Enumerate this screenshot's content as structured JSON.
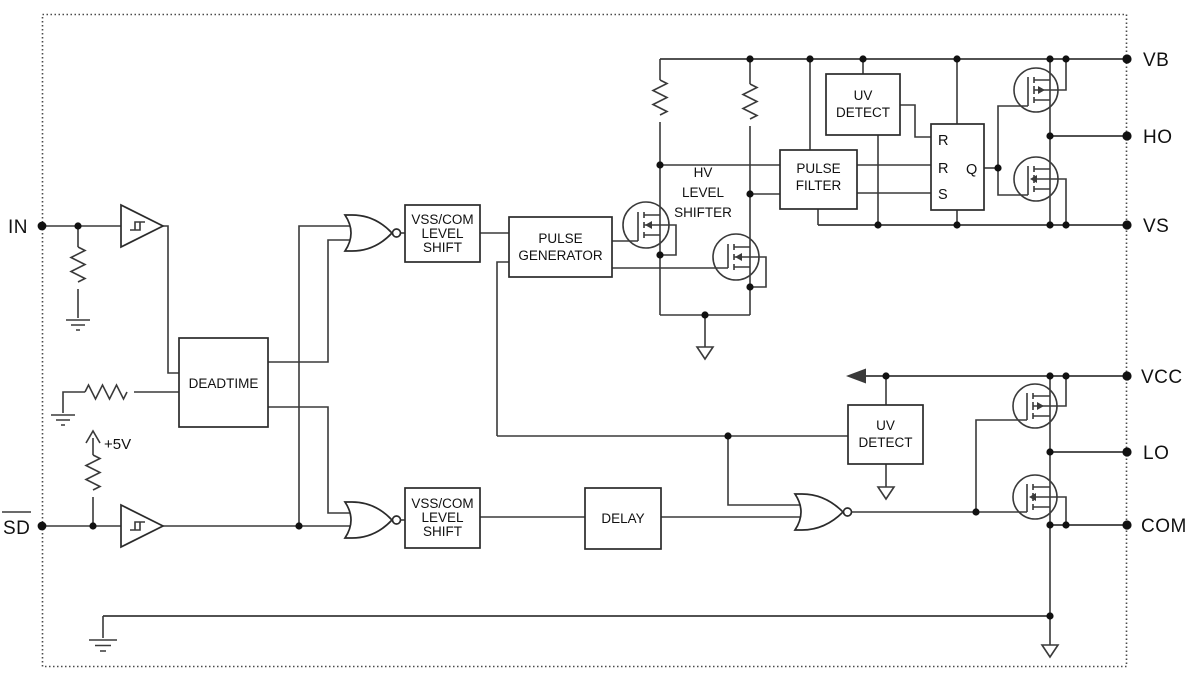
{
  "diagram": {
    "pins": {
      "in": "IN",
      "sd": "SD",
      "vb": "VB",
      "ho": "HO",
      "vs": "VS",
      "vcc": "VCC",
      "lo": "LO",
      "com": "COM"
    },
    "blocks": {
      "deadtime": {
        "label": "DEADTIME"
      },
      "vss_shift_top": {
        "line1": "VSS/COM",
        "line2": "LEVEL",
        "line3": "SHIFT"
      },
      "vss_shift_bottom": {
        "line1": "VSS/COM",
        "line2": "LEVEL",
        "line3": "SHIFT"
      },
      "pulse_generator": {
        "line1": "PULSE",
        "line2": "GENERATOR"
      },
      "delay": {
        "label": "DELAY"
      },
      "pulse_filter": {
        "line1": "PULSE",
        "line2": "FILTER"
      },
      "uv_detect_high": {
        "line1": "UV",
        "line2": "DETECT"
      },
      "uv_detect_low": {
        "line1": "UV",
        "line2": "DETECT"
      }
    },
    "latch": {
      "r1": "R",
      "r2": "R",
      "s": "S",
      "q": "Q"
    },
    "annotations": {
      "hv_line1": "HV",
      "hv_line2": "LEVEL",
      "hv_line3": "SHIFTER",
      "supply": "+5V"
    },
    "colors": {
      "background": "#ffffff",
      "wire": "#3a3a3a",
      "box_border": "#2b2b2b",
      "text": "#111111",
      "junction_dot": "#111111",
      "dotted_border": "#4a4a4a"
    }
  }
}
